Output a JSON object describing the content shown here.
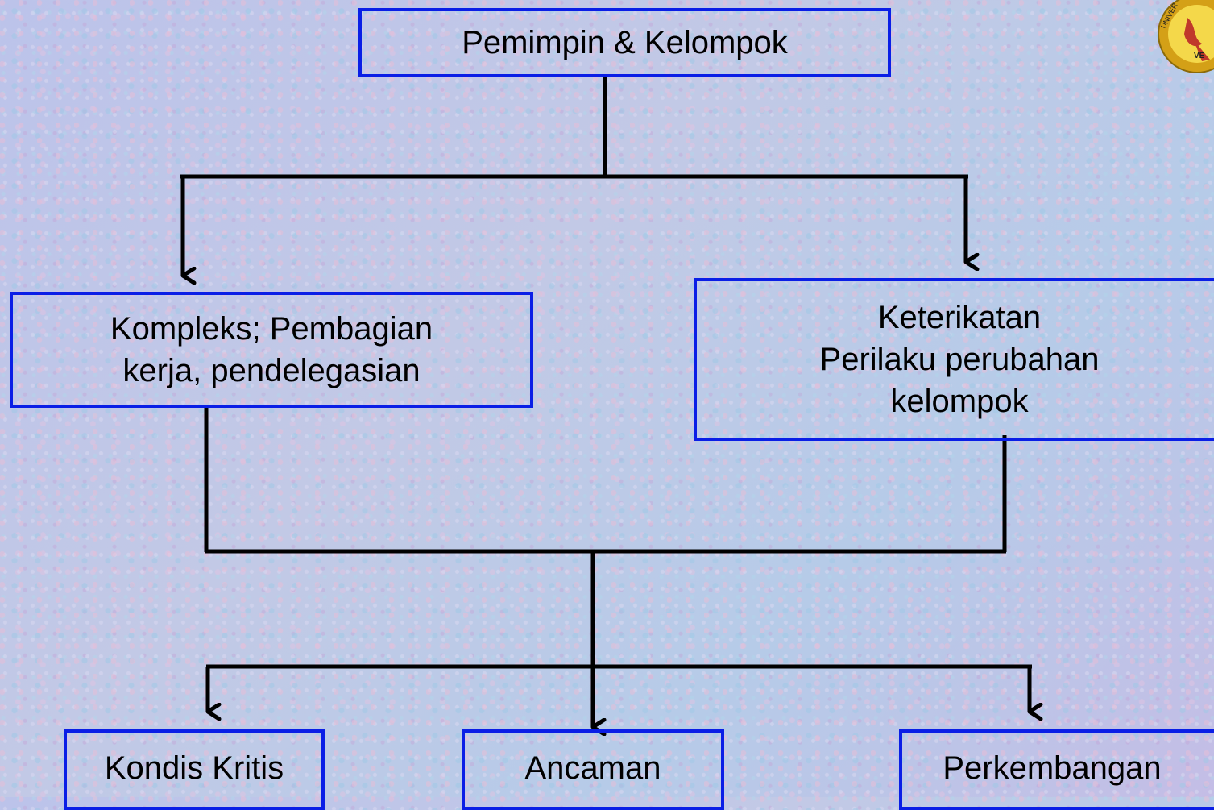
{
  "diagram": {
    "colors": {
      "box_border": "#0a1ee6",
      "connector": "#000000",
      "logo_outer": "#d4a017",
      "logo_inner": "#c0392b"
    },
    "nodes": {
      "root": {
        "label": "Pemimpin & Kelompok"
      },
      "kompleks": {
        "label": "Kompleks; Pembagian\nkerja, pendelegasian"
      },
      "keterikatan": {
        "label": "Keterikatan\nPerilaku perubahan\nkelompok"
      },
      "kondisi": {
        "label": "Kondis Kritis"
      },
      "ancaman": {
        "label": "Ancaman"
      },
      "perkembangan": {
        "label": "Perkembangan"
      }
    },
    "logo": {
      "icon": "university-emblem-icon",
      "text_fragments": [
        "UNIVER",
        "VE"
      ]
    }
  }
}
